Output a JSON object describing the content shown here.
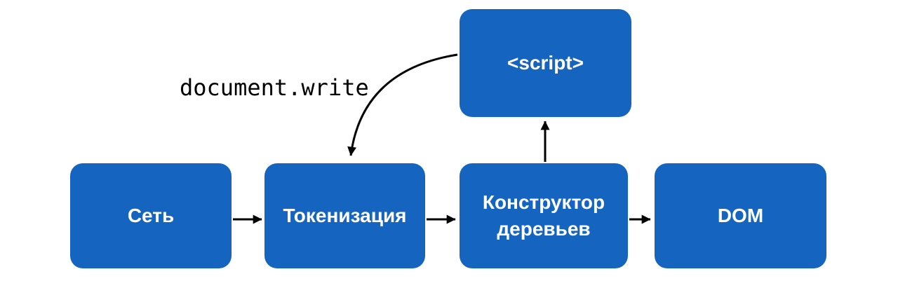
{
  "diagram": {
    "description": "HTML parsing pipeline flowchart",
    "colors": {
      "node_fill": "#1565C0",
      "node_text": "#ffffff",
      "arrow": "#000000",
      "background": "#ffffff"
    },
    "nodes": [
      {
        "id": "network",
        "label": "Сеть"
      },
      {
        "id": "tokenization",
        "label": "Токенизация"
      },
      {
        "id": "tree-constructor",
        "label": "Конструктор деревьев"
      },
      {
        "id": "dom",
        "label": "DOM"
      },
      {
        "id": "script",
        "label": "<script>"
      }
    ],
    "edges": [
      {
        "from": "network",
        "to": "tokenization",
        "label": ""
      },
      {
        "from": "tokenization",
        "to": "tree-constructor",
        "label": ""
      },
      {
        "from": "tree-constructor",
        "to": "dom",
        "label": ""
      },
      {
        "from": "tree-constructor",
        "to": "script",
        "label": ""
      },
      {
        "from": "script",
        "to": "tokenization",
        "label": "document.write"
      }
    ]
  }
}
